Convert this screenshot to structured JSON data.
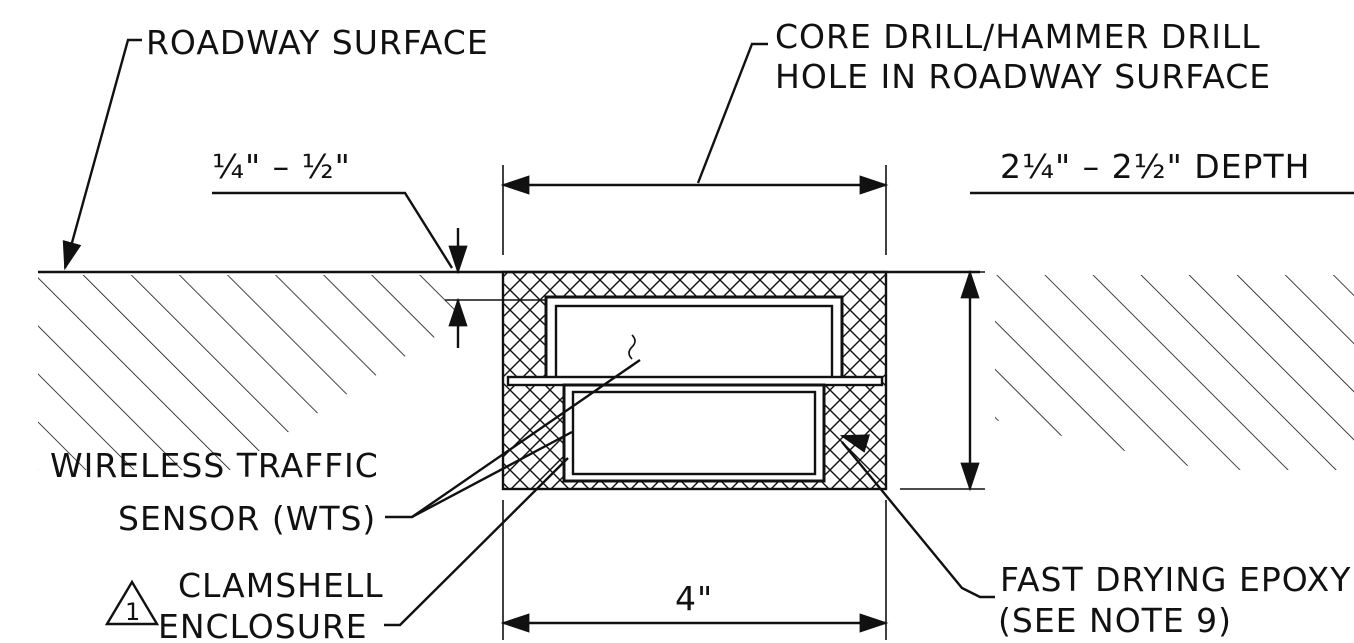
{
  "labels": {
    "roadway_surface": "ROADWAY SURFACE",
    "core_drill_line1": "CORE DRILL/HAMMER DRILL",
    "core_drill_line2": "HOLE IN ROADWAY SURFACE",
    "depth_small": "¼\"  –  ½\"",
    "depth_large": "2¼\"  –  2½\" DEPTH",
    "wts_line1": "WIRELESS TRAFFIC",
    "wts_line2": "SENSOR (WTS)",
    "clamshell_line1": "CLAMSHELL",
    "clamshell_line2": "ENCLOSURE",
    "revision_mark": "1",
    "epoxy_line1": "FAST DRYING EPOXY",
    "epoxy_line2": "(SEE NOTE 9)",
    "width_dim": "4\""
  },
  "colors": {
    "ink": "#111111",
    "paper": "#ffffff"
  }
}
